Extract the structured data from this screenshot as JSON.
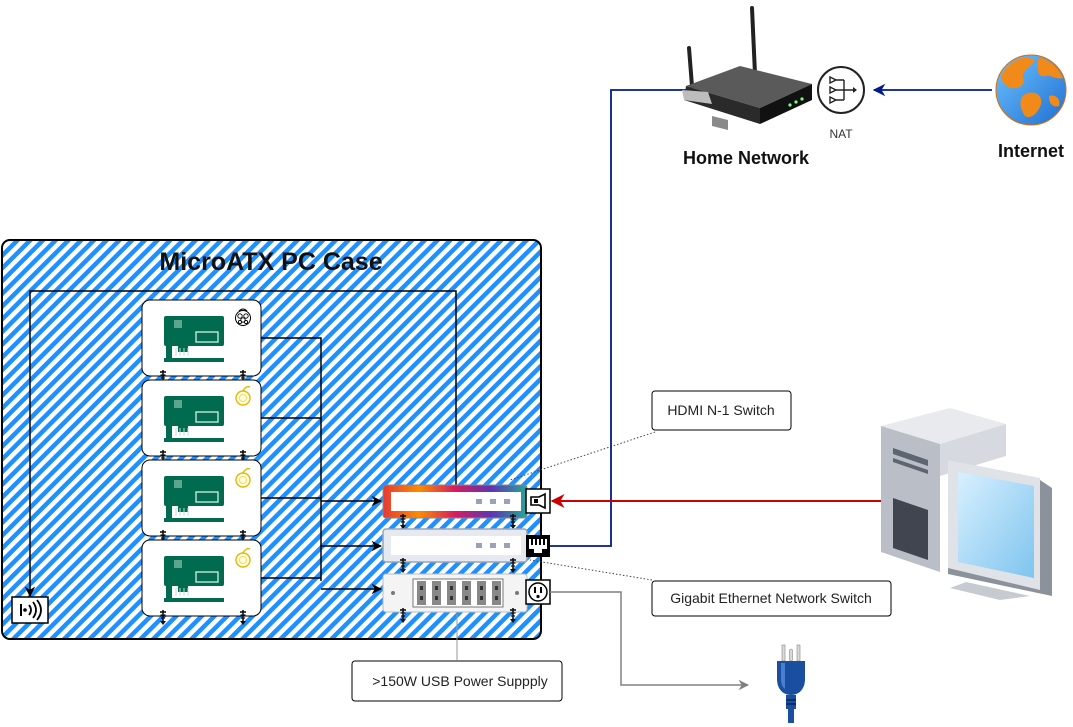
{
  "case": {
    "title": "MicroATX PC Case"
  },
  "network": {
    "home_label": "Home Network",
    "internet_label": "Internet",
    "nat_label": "NAT"
  },
  "callouts": {
    "hdmi": "HDMI N-1 Switch",
    "ethernet": "Gigabit Ethernet Network Switch",
    "power": ">150W USB Power Suppply"
  },
  "boards": [
    {
      "name": "board-1",
      "badge": "raspberry-pi-icon"
    },
    {
      "name": "board-2",
      "badge": "orange-pi-icon"
    },
    {
      "name": "board-3",
      "badge": "orange-pi-icon"
    },
    {
      "name": "board-4",
      "badge": "orange-pi-icon"
    }
  ],
  "colors": {
    "hatch": "#1e90ff",
    "network_link": "#001a8c",
    "hdmi_link": "#cc0000",
    "power_link": "#808080",
    "board_green": "#006b4e",
    "plug_blue": "#1a4fa0"
  },
  "icons": [
    "router-icon",
    "nat-icon",
    "globe-icon",
    "desktop-pc-icon",
    "power-plug-icon",
    "hdmi-port-icon",
    "ethernet-port-icon",
    "power-outlet-icon",
    "wireless-sensor-icon"
  ]
}
